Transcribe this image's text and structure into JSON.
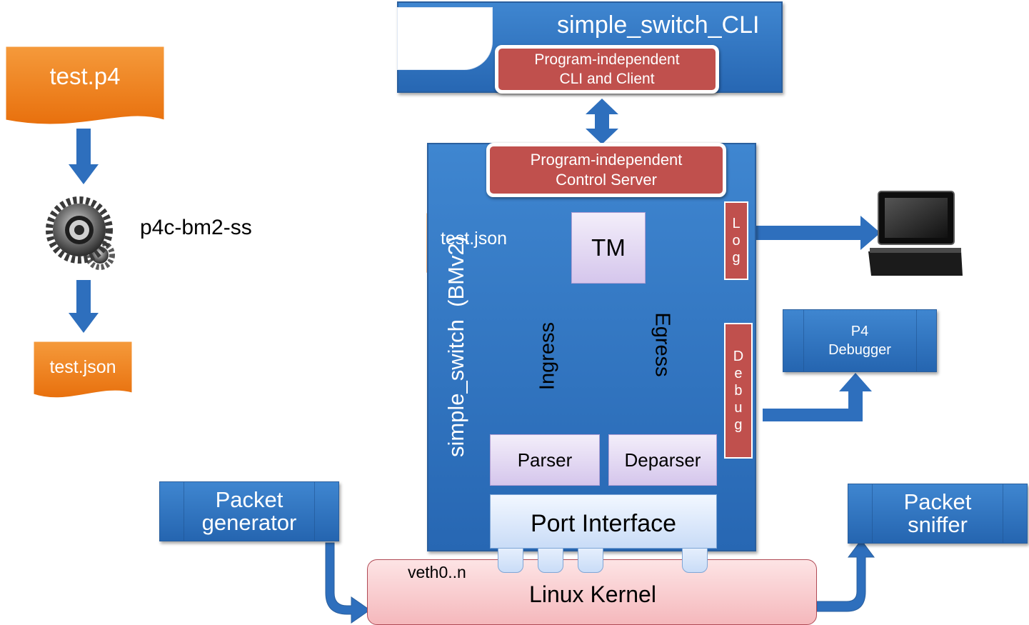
{
  "compile_flow": {
    "source_file": "test.p4",
    "compiler": "p4c-bm2-ss",
    "output_file": "test.json"
  },
  "cli": {
    "title": "simple_switch_CLI",
    "client": "Program-independent\nCLI and Client"
  },
  "switch": {
    "label": "simple_switch  (BMv2)",
    "control_server": "Program-independent\nControl Server",
    "config_file": "test.json",
    "tm": "TM",
    "ingress": "Ingress",
    "egress": "Egress",
    "parser": "Parser",
    "deparser": "Deparser",
    "port_interface": "Port Interface",
    "log": "L\no\ng",
    "debug": "D\ne\nb\nu\ng"
  },
  "debugger": "P4\nDebugger",
  "packet_generator": "Packet\ngenerator",
  "packet_sniffer": "Packet\nsniffer",
  "kernel": {
    "label": "Linux Kernel",
    "veth": "veth0..n"
  },
  "colors": {
    "blue": "#2e71bf",
    "red": "#c0504d",
    "orange": "#f07f1a",
    "purple": "#dfd3f0",
    "teal_arrow": "#4bacc6",
    "kernel": "#f8cfd2"
  }
}
